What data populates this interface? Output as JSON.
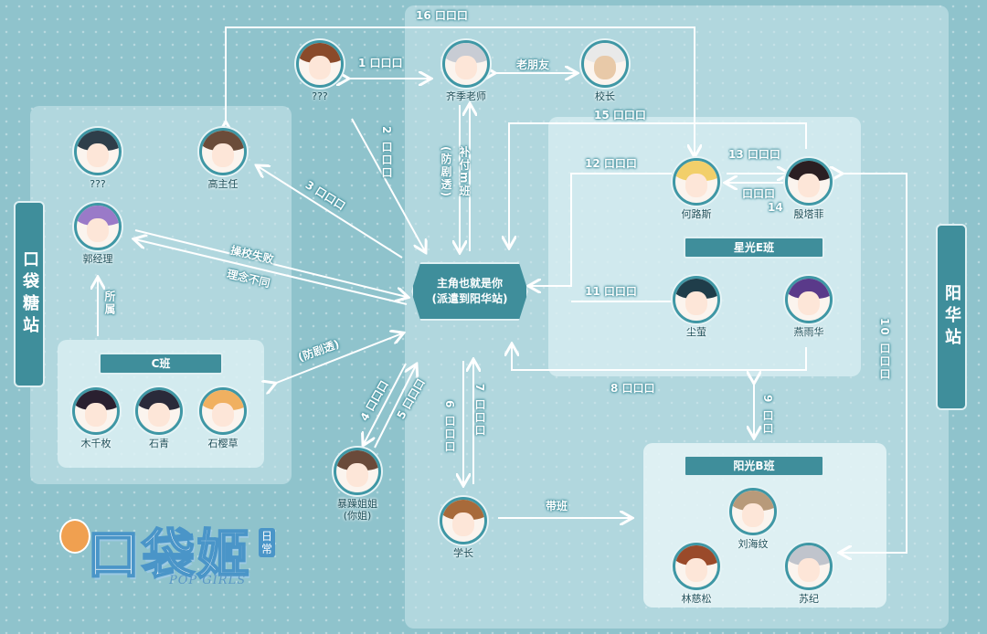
{
  "stations": {
    "left": "口袋糖站",
    "right": "阳华站"
  },
  "classes": {
    "c": "C班",
    "star": "星光E班",
    "sun": "阳光B班"
  },
  "main_node": {
    "line1": "主角也就是你",
    "line2": "(派遣到阳华站)"
  },
  "characters": {
    "unknown_top": "???",
    "qi_teacher": "齐季老师",
    "principal": "校长",
    "unknown_glasses": "???",
    "gao": "高主任",
    "guo": "郭经理",
    "mu": "木千枚",
    "shi": "石青",
    "shiying": "石樱草",
    "he": "何路斯",
    "yin": "殷塔菲",
    "chen": "尘萤",
    "yan": "燕雨华",
    "sister": "暴躁姐姐",
    "sister_note": "(你姐)",
    "senior": "学长",
    "liu": "刘海纹",
    "lin": "林慈松",
    "su": "苏纪"
  },
  "relations": {
    "r1": "1 口口口",
    "r2": "2 口口口",
    "r3": "3 口口口",
    "r4": "4 口口口",
    "r5": "5 口口口",
    "r6": "6 口口口",
    "r7": "7 口口口",
    "r8": "8 口口口",
    "r9": "9 口口",
    "r10": "10 口口口",
    "r11": "11 口口口",
    "r12": "12 口口口",
    "r13": "13 口口口",
    "r13b": "口口口",
    "r14": "14",
    "r15": "15 口口口",
    "r16": "16 口口口",
    "old_friend": "老朋友",
    "school_fail": "操校失败",
    "diff_idea": "理念不同",
    "dorm_watch1": "(防剧透)",
    "dorm_watch2": "(防剧透)",
    "class_b": "补付m班",
    "belongs": "所属",
    "lead": "带班"
  },
  "logo": {
    "title": "口袋姬",
    "tag": "日常",
    "sub": "POP GIRLS"
  },
  "colors": {
    "accent": "#3f8e9b",
    "line": "#ffffff",
    "bg": "#8fc3cc"
  }
}
